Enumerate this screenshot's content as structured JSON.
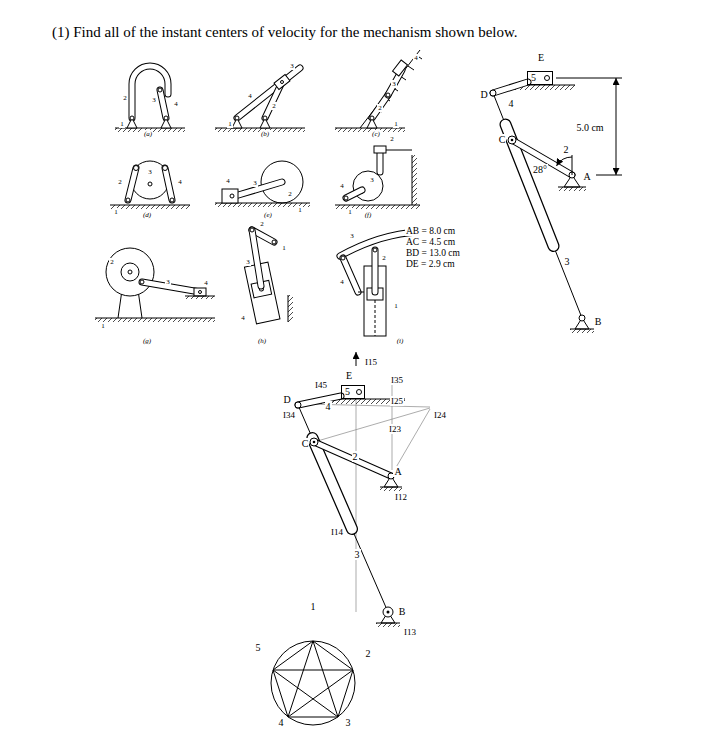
{
  "diagram": {
    "title": "(1) Find all of the instant centers of velocity for the mechanism shown below.",
    "nodes": [
      {
        "text": [
          "5"
        ]
      },
      {
        "text": [
          "5"
        ]
      }
    ],
    "labels": [
      "(a)",
      "1",
      "2",
      "3",
      "4",
      "(b)",
      "1",
      "2",
      "3",
      "4",
      "(c)",
      "1",
      "2",
      "3",
      "4",
      "(d)",
      "1",
      "2",
      "3",
      "4",
      "(e)",
      "1",
      "2",
      "3",
      "4",
      "(f)",
      "1",
      "2",
      "3",
      "4",
      "(g)",
      "1",
      "2",
      "3",
      "4",
      "(h)",
      "1",
      "2",
      "3",
      "4",
      "(i)",
      "1",
      "2",
      "3",
      "4",
      "E",
      "D",
      "4",
      "C",
      "2",
      "28°",
      "5.0 cm",
      "A",
      "3",
      "B",
      "AB = 8.0 cm",
      "AC = 4.5 cm",
      "BD = 13.0 cm",
      "DE = 2.9 cm",
      "I15",
      "E",
      "I45",
      "I35",
      "D",
      "4",
      "I25",
      "I34",
      "I24",
      "I23",
      "C",
      "2",
      "A",
      "I12",
      "I14",
      "3",
      "B",
      "I13",
      "1",
      "5",
      "2",
      "4",
      "3"
    ]
  }
}
